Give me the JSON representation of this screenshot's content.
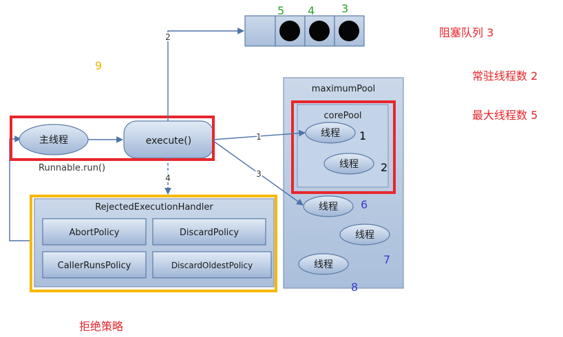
{
  "diagram": {
    "main_thread": "主线程",
    "execute": "execute()",
    "runnable": "Runnable.run()",
    "arrow_labels": [
      "1",
      "2",
      "3",
      "4"
    ],
    "maximum_pool": "maximumPool",
    "core_pool": "corePool",
    "thread_label": "线程",
    "rejected_handler": "RejectedExecutionHandler",
    "policies": [
      "AbortPolicy",
      "DiscardPolicy",
      "CallerRunsPolicy",
      "DiscardOldestPolicy"
    ],
    "queue_numbers": [
      "5",
      "4",
      "3"
    ],
    "thread_numbers": [
      "1",
      "2",
      "6",
      "7",
      "8"
    ],
    "corner_number": "9"
  },
  "notes": {
    "blocking_queue": "阻塞队列  3",
    "core_threads": "常驻线程数  2",
    "max_threads": "最大线程数  5",
    "reject_policy": "拒绝策略"
  },
  "colors": {
    "red_highlight": "#e8262b",
    "yellow_highlight": "#f5b800",
    "box_fill": "#b7c9e2",
    "node_stroke": "#5b7ba6"
  }
}
